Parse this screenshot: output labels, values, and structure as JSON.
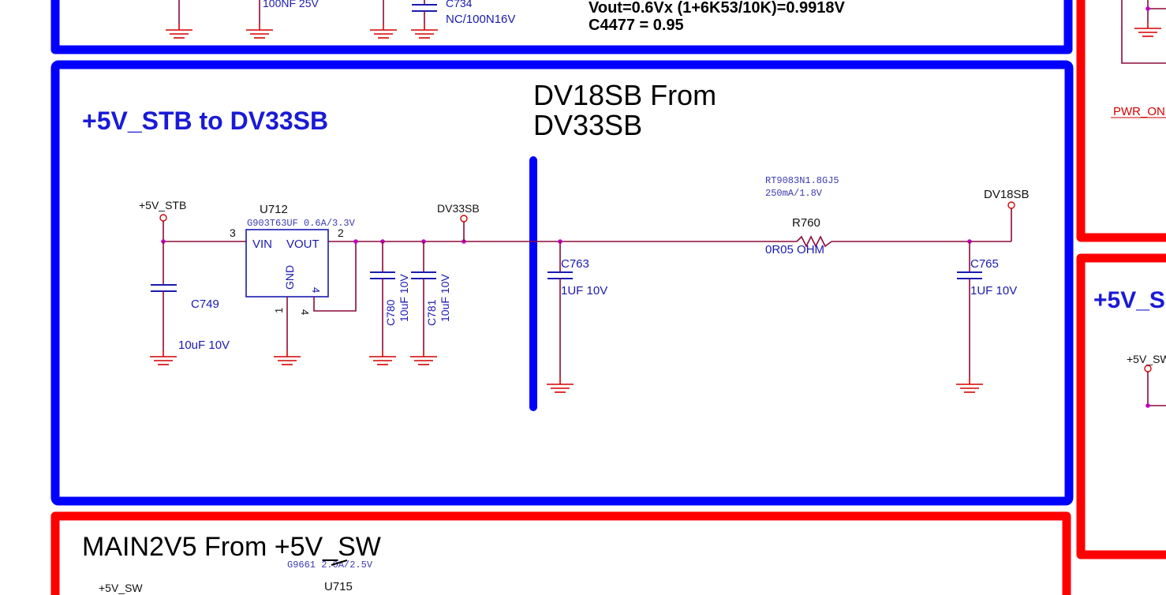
{
  "colors": {
    "block_blue": "#0000ff",
    "block_red": "#ff0000",
    "label_blue": "#1a1ad6",
    "wire": "#8b0a3a",
    "ground": "#d40000",
    "component": "#1a1ab0",
    "net_label": "#111111",
    "part_info": "#3b3bb0",
    "junction": "#c000c0",
    "bus_bar": "#0000ff",
    "pwr_on_net": "#d40000"
  },
  "top_block": {
    "formula_1": "Vout=0.6Vx (1+6K53/10K)=0.9918V",
    "formula_2": "C4477 = 0.95",
    "cap_value_left": "100NF 25V",
    "cap_ref": "C734",
    "cap_value": "NC/100N16V"
  },
  "main_block": {
    "title": "+5V_STB to DV33SB",
    "subtitle_line1": "DV18SB From",
    "subtitle_line2": "DV33SB",
    "input_net": "+5V_STB",
    "regulator": {
      "ref": "U712",
      "part": "G903T63UF 0.6A/3.3V",
      "pin_vin": "VIN",
      "pin_vout": "VOUT",
      "pin_gnd": "GND",
      "pin3": "3",
      "pin2": "2",
      "pin1": "1",
      "pin4_inner": "4",
      "pin4_outer": "4"
    },
    "output_net": "DV33SB",
    "caps": [
      {
        "ref": "C749",
        "value": "10uF 10V"
      },
      {
        "ref": "C780",
        "value": "10uF 10V"
      },
      {
        "ref": "C781",
        "value": "10uF 10V"
      },
      {
        "ref": "C763",
        "value": "1UF 10V"
      },
      {
        "ref": "C765",
        "value": "1UF 10V"
      }
    ],
    "resistor": {
      "ref": "R760",
      "value": "0R05 OHM",
      "note1": "RT9083N1.8GJ5",
      "note2": "250mA/1.8V"
    },
    "output_net_2": "DV18SB"
  },
  "right_top_block": {
    "net": "PWR_ON"
  },
  "right_mid_block": {
    "title": "+5V_S",
    "net": "+5V_SW"
  },
  "bottom_block": {
    "title": "MAIN2V5 From +5V_SW",
    "part": "G9661 2.0A/2.5V",
    "ref": "U715",
    "net": "+5V_SW"
  }
}
